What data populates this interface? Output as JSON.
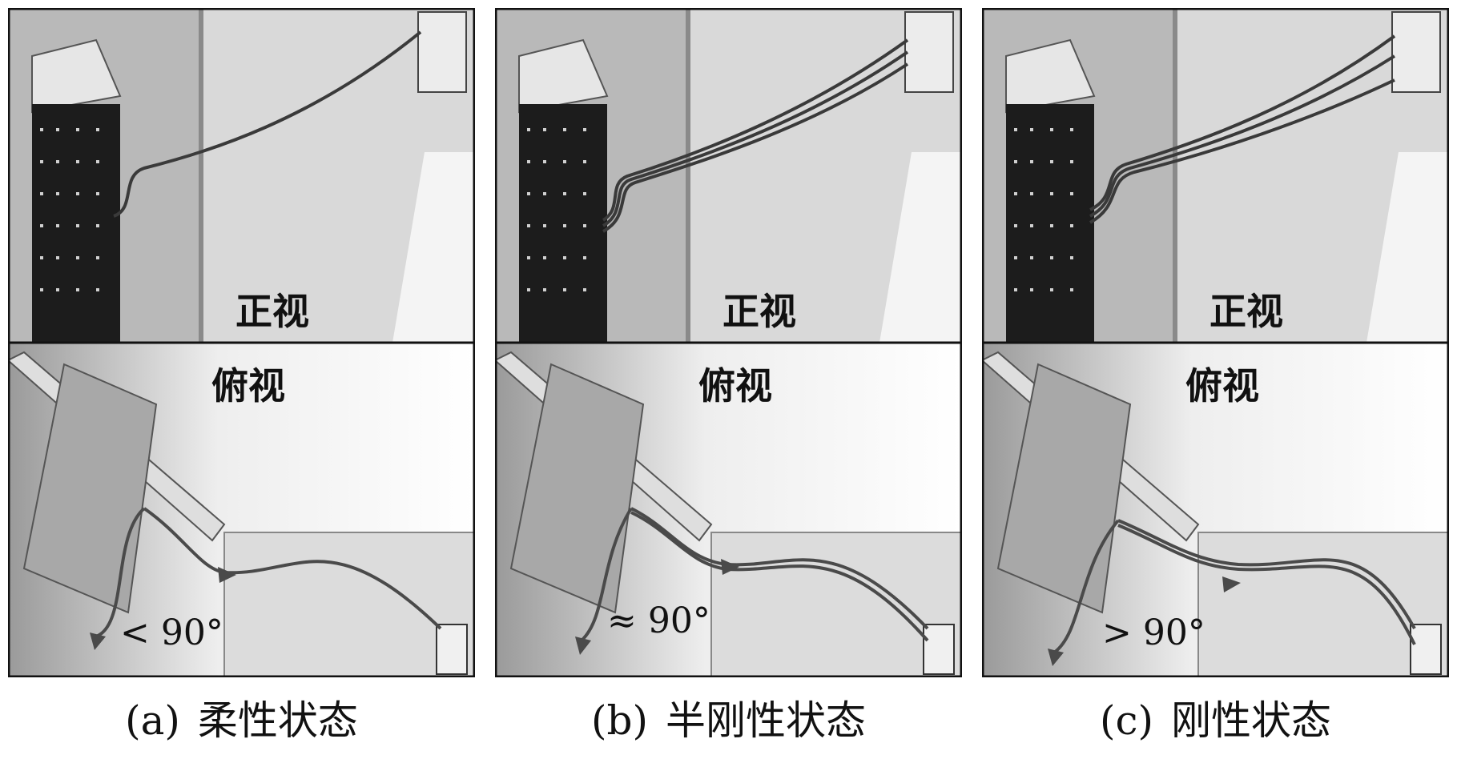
{
  "panels": [
    {
      "front_label": "正视",
      "top_label": "俯视",
      "angle_label": "< 90°",
      "caption_label": "(a)",
      "caption_text": "柔性状态"
    },
    {
      "front_label": "正视",
      "top_label": "俯视",
      "angle_label": "≈ 90°",
      "caption_label": "(b)",
      "caption_text": "半刚性状态"
    },
    {
      "front_label": "正视",
      "top_label": "俯视",
      "angle_label": "> 90°",
      "caption_label": "(c)",
      "caption_text": "刚性状态"
    }
  ]
}
